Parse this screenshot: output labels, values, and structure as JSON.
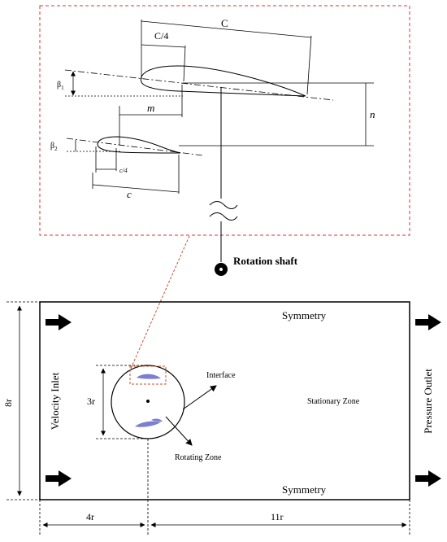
{
  "detail": {
    "labels": {
      "big_chord": "C",
      "big_quarter_chord": "C/4",
      "beta1": "β",
      "beta1_sub": "1",
      "m": "m",
      "n": "n",
      "beta2": "β",
      "beta2_sub": "2",
      "small_quarter_chord": "c/4",
      "small_chord": "c"
    },
    "border_color": "#e03030"
  },
  "shaft": {
    "label": "Rotation shaft"
  },
  "domain": {
    "symmetry_top": "Symmetry",
    "symmetry_bottom": "Symmetry",
    "inlet": "Velocity Inlet",
    "outlet": "Pressure Outlet",
    "interface": "Interface",
    "stationary_zone": "Stationary Zone",
    "rotating_zone": "Rotating Zone",
    "rotor_diameter": "3r",
    "height": "8r",
    "upstream_length": "4r",
    "downstream_length": "11r",
    "blade_color": "#7b7fd0"
  },
  "colors": {
    "detail_border": "#e03030",
    "connector": "#c8502a",
    "ink": "#000000"
  }
}
